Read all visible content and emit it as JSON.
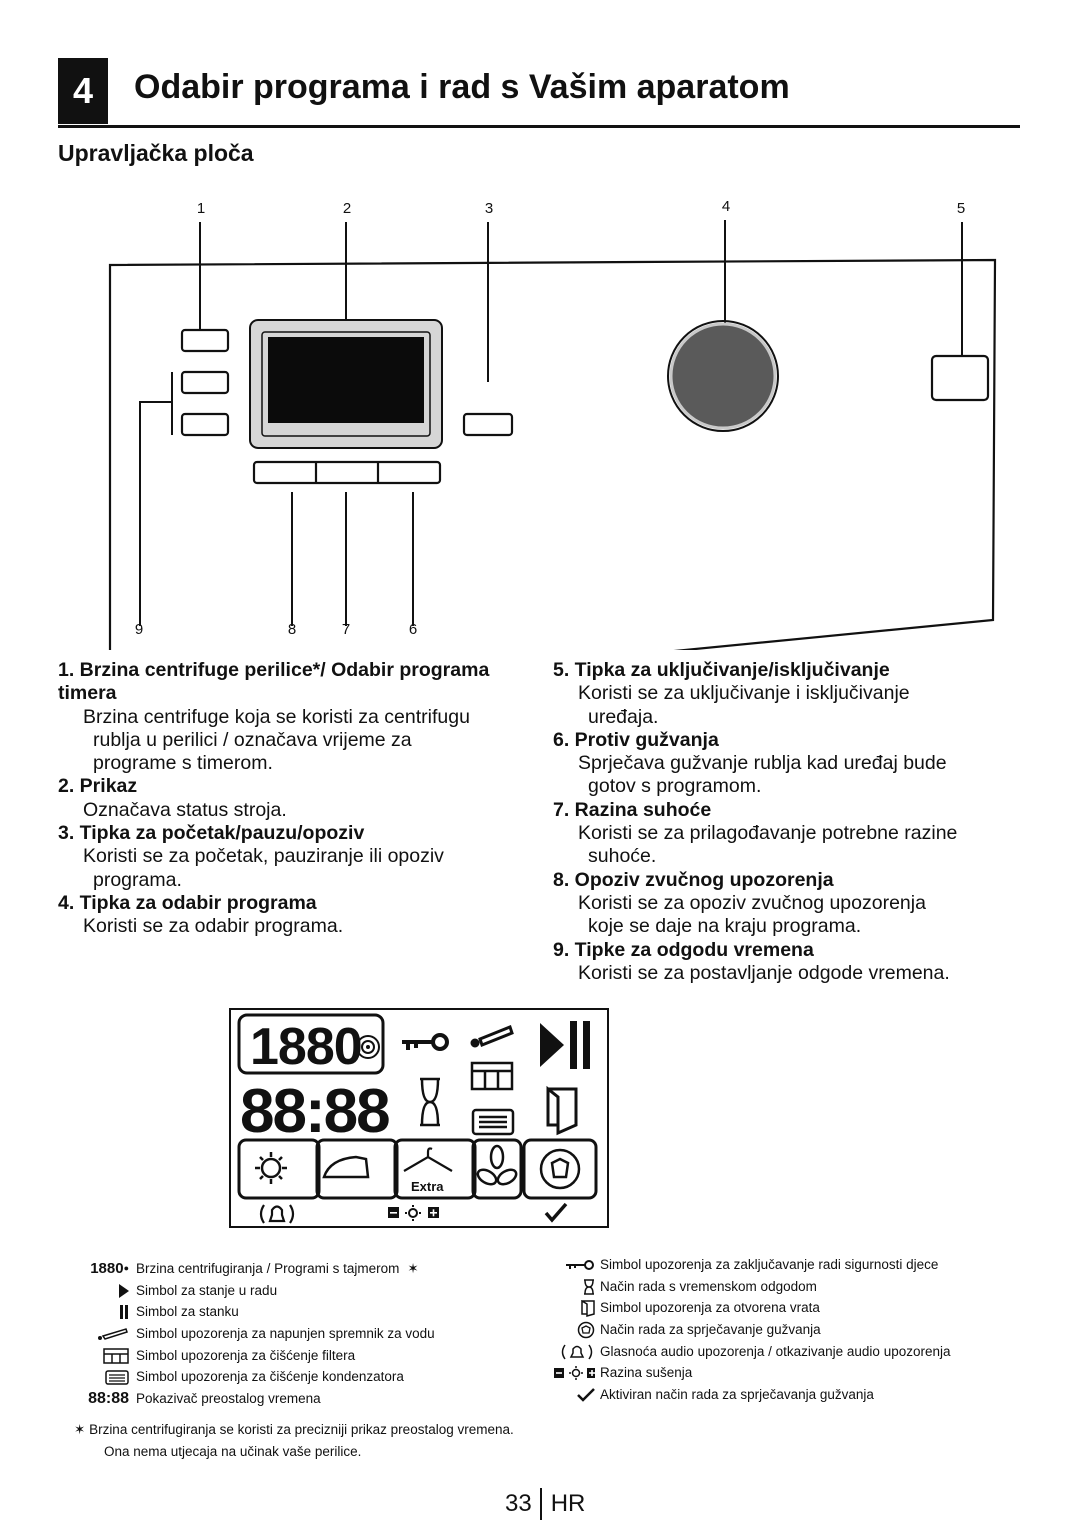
{
  "header": {
    "chapter_number": "4",
    "title": "Odabir programa i rad s Vašim aparatom"
  },
  "subtitle": "Upravljačka ploča",
  "diagram": {
    "callouts_top": [
      "1",
      "2",
      "3",
      "4",
      "5"
    ],
    "callouts_bottom": [
      "9",
      "8",
      "7",
      "6"
    ]
  },
  "items_left": [
    {
      "title": "1. Brzina centrifuge perilice*/ Odabir programa timera",
      "body": [
        "Brzina centrifuge koja se koristi za centrifugu",
        "rublja u perilici / označava vrijeme za",
        "programe s timerom."
      ]
    },
    {
      "title": "2. Prikaz",
      "body": [
        "Označava status stroja."
      ]
    },
    {
      "title": "3. Tipka za početak/pauzu/opoziv",
      "body": [
        "Koristi se za početak, pauziranje ili opoziv",
        "programa."
      ]
    },
    {
      "title": "4. Tipka za odabir programa",
      "body": [
        "Koristi se za odabir programa."
      ]
    }
  ],
  "items_right": [
    {
      "title": "5. Tipka za uključivanje/isključivanje",
      "body": [
        "Koristi se za uključivanje i isključivanje",
        "uređaja."
      ]
    },
    {
      "title": "6. Protiv gužvanja",
      "body": [
        "Sprječava gužvanje rublja kad uređaj bude",
        "gotov s programom."
      ]
    },
    {
      "title": "7. Razina suhoće",
      "body": [
        "Koristi se za prilagođavanje potrebne razine",
        "suhoće."
      ]
    },
    {
      "title": "8. Opoziv zvučnog upozorenja",
      "body": [
        "Koristi se za opoziv zvučnog upozorenja",
        "koje se daje na kraju programa."
      ]
    },
    {
      "title": "9. Tipke za odgodu vremena",
      "body": [
        "Koristi se za postavljanje odgode vremena."
      ]
    }
  ],
  "display": {
    "speed_digits": "1880",
    "time_digits": "88:88",
    "extra_label": "Extra"
  },
  "legend_left": [
    {
      "icon": "speed-digits-icon",
      "symbol": "1880",
      "text": "Brzina centrifugiranja / Programi s tajmerom"
    },
    {
      "icon": "play-icon",
      "symbol": "",
      "text": "Simbol za stanje u radu"
    },
    {
      "icon": "pause-icon",
      "symbol": "",
      "text": "Simbol za stanku"
    },
    {
      "icon": "water-tank-icon",
      "symbol": "",
      "text": "Simbol upozorenja za napunjen spremnik za vodu"
    },
    {
      "icon": "filter-icon",
      "symbol": "",
      "text": "Simbol upozorenja za čišćenje filtera"
    },
    {
      "icon": "condenser-icon",
      "symbol": "",
      "text": "Simbol upozorenja za čišćenje kondenzatora"
    },
    {
      "icon": "time-digits-icon",
      "symbol": "88:88",
      "text": "Pokazivač preostalog vremena"
    }
  ],
  "legend_right": [
    {
      "icon": "key-icon",
      "text": "Simbol upozorenja za zaključavanje radi sigurnosti djece"
    },
    {
      "icon": "hourglass-icon",
      "text": "Način rada s vremenskom odgodom"
    },
    {
      "icon": "door-icon",
      "text": "Simbol upozorenja za otvorena vrata"
    },
    {
      "icon": "anti-crease-icon",
      "text": "Način rada za sprječavanje gužvanja"
    },
    {
      "icon": "bell-icon",
      "text": "Glasnoća audio upozorenja / otkazivanje audio upozorenja"
    },
    {
      "icon": "dryness-level-icon",
      "text": "Razina sušenja"
    },
    {
      "icon": "check-icon",
      "text": "Aktiviran način rada za sprječavanja gužvanja"
    }
  ],
  "footnote": [
    "Brzina centrifugiranja se koristi za precizniji prikaz preostalog vremena.",
    "Ona nema utjecaja na učinak vaše perilice."
  ],
  "footer": {
    "page_number": "33",
    "language": "HR"
  }
}
